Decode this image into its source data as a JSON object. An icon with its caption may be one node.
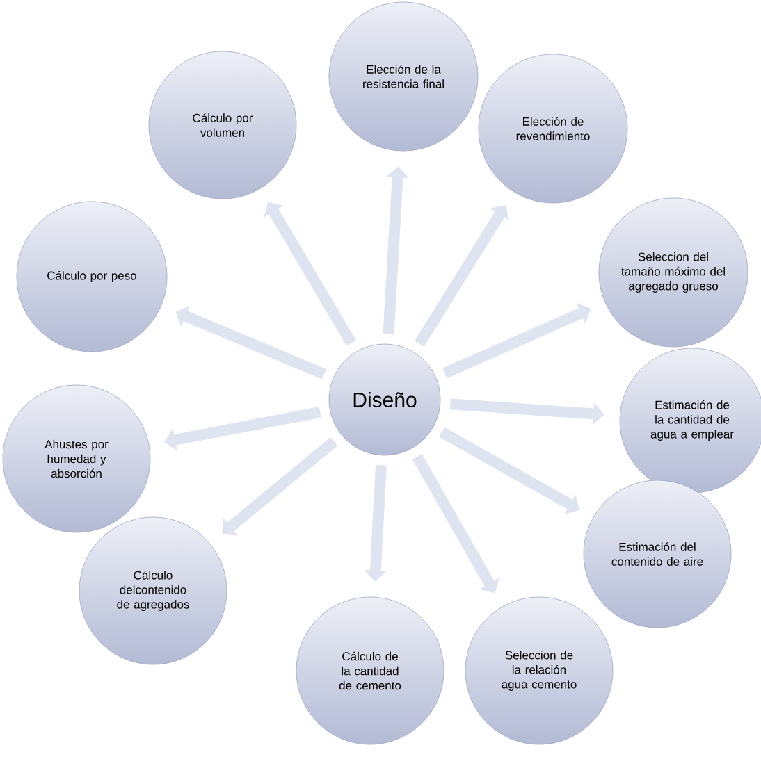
{
  "diagram": {
    "nodes": [
      {
        "text": [
          "Diseño"
        ]
      },
      {
        "text": [
          "Elección de la resistencia final"
        ]
      },
      {
        "text": [
          "Elección de revendimiento"
        ]
      },
      {
        "text": [
          "Seleccion del tamaño máximo del agregado grueso"
        ]
      },
      {
        "text": [
          "Estimación de la cantidad de agua a emplear"
        ]
      },
      {
        "text": [
          "Estimación del contenido de aire"
        ]
      },
      {
        "text": [
          "Seleccion de la relación agua cemento"
        ]
      },
      {
        "text": [
          "Cálculo de la cantidad de cemento"
        ]
      },
      {
        "text": [
          "Cálculo delcontenido de agregados"
        ]
      },
      {
        "text": [
          "Ahustes por humedad y absorción"
        ]
      },
      {
        "text": [
          "Cálculo por peso"
        ]
      },
      {
        "text": [
          "Cálculo por volumen"
        ]
      }
    ],
    "edges": [
      {
        "from": 0,
        "to": 1,
        "arrow": "to"
      },
      {
        "from": 0,
        "to": 2,
        "arrow": "to"
      },
      {
        "from": 0,
        "to": 3,
        "arrow": "to"
      },
      {
        "from": 0,
        "to": 4,
        "arrow": "to"
      },
      {
        "from": 0,
        "to": 5,
        "arrow": "to"
      },
      {
        "from": 0,
        "to": 6,
        "arrow": "to"
      },
      {
        "from": 0,
        "to": 7,
        "arrow": "to"
      },
      {
        "from": 0,
        "to": 8,
        "arrow": "to"
      },
      {
        "from": 0,
        "to": 9,
        "arrow": "to"
      },
      {
        "from": 0,
        "to": 10,
        "arrow": "to"
      },
      {
        "from": 0,
        "to": 11,
        "arrow": "to"
      }
    ]
  }
}
